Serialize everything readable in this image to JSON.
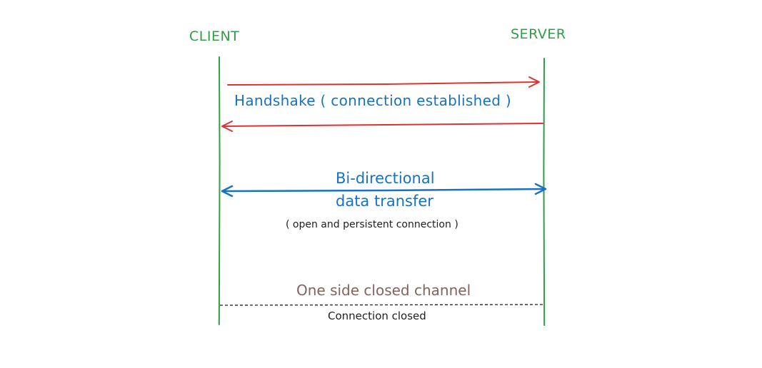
{
  "labels": {
    "client": "CLIENT",
    "server": "SERVER",
    "handshake": "Handshake ( connection established )",
    "bidirectional_line1": "Bi-directional",
    "bidirectional_line2": "data transfer",
    "persistent": "( open and persistent connection )",
    "one_side_closed": "One side closed channel",
    "connection_closed": "Connection closed"
  },
  "colors": {
    "party": "#2f9e44",
    "lifeline": "#2f9e44",
    "handshake_arrow": "#e03131",
    "handshake_text": "#1971c2",
    "bidirectional": "#1971c2",
    "note_text": "#1e1e1e",
    "closed_channel_text": "#846358",
    "closed_line": "#1e1e1e"
  }
}
